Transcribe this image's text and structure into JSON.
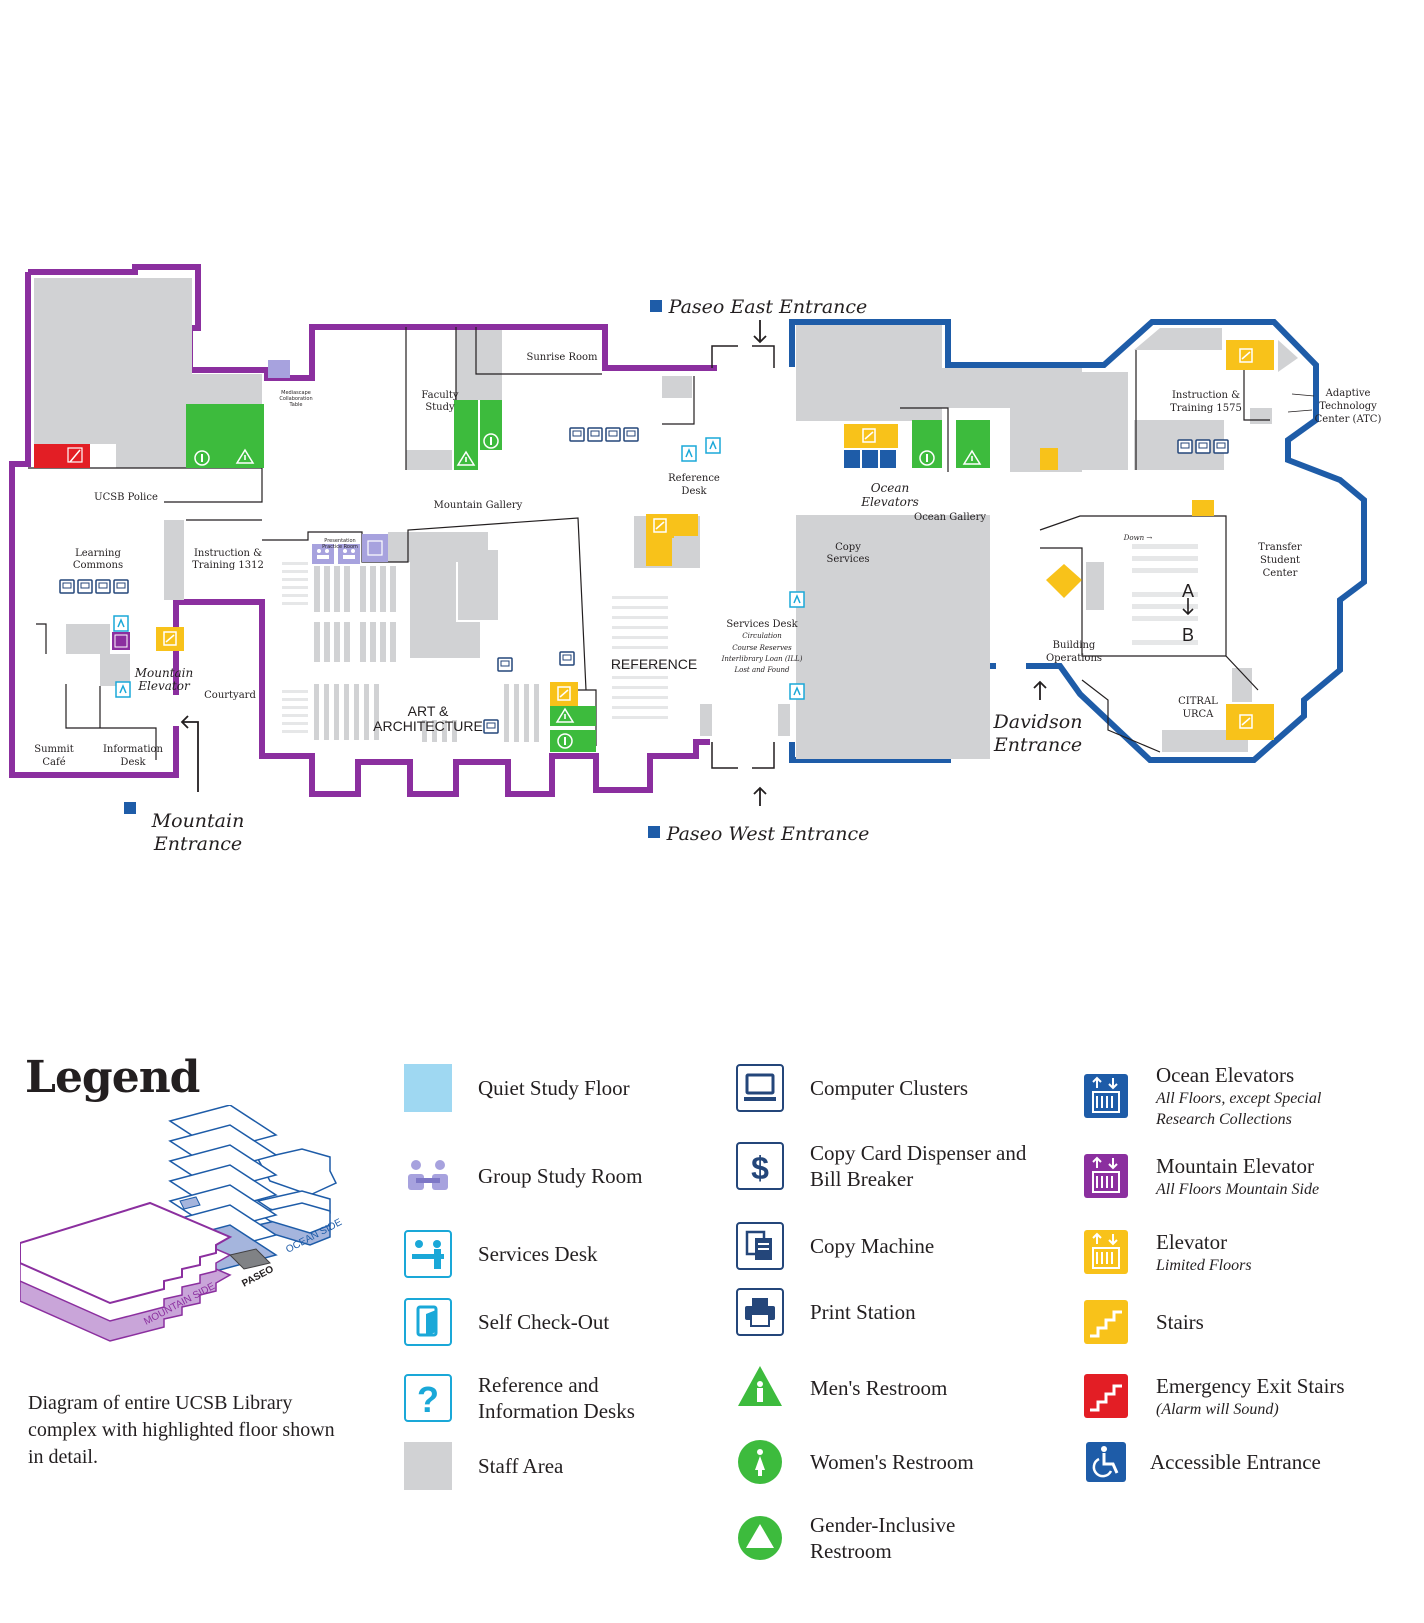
{
  "map": {
    "entrances": {
      "paseo_east": "Paseo East Entrance",
      "paseo_west": "Paseo West Entrance",
      "mountain": [
        "Mountain",
        "Entrance"
      ],
      "davidson": [
        "Davidson",
        "Entrance"
      ]
    },
    "rooms": {
      "sunrise_room": "Sunrise Room",
      "faculty_study": [
        "Faculty",
        "Study"
      ],
      "mediascape": [
        "Mediascape",
        "Collaboration",
        "Table"
      ],
      "ucsb_police": "UCSB Police",
      "mountain_gallery": "Mountain Gallery",
      "reference_desk": [
        "Reference",
        "Desk"
      ],
      "learning_commons": [
        "Learning",
        "Commons"
      ],
      "instruction_1312": [
        "Instruction &",
        "Training 1312"
      ],
      "presentation_room": [
        "Presentation",
        "Practice Room"
      ],
      "mountain_elevator": [
        "Mountain",
        "Elevator"
      ],
      "courtyard": "Courtyard",
      "summit_cafe": [
        "Summit",
        "Café"
      ],
      "information_desk": [
        "Information",
        "Desk"
      ],
      "art_architecture": [
        "ART &",
        "ARCHITECTURE"
      ],
      "reference": "REFERENCE",
      "services_desk": {
        "title": "Services Desk",
        "lines": [
          "Circulation",
          "Course Reserves",
          "Interlibrary Loan (ILL)",
          "Lost and Found"
        ]
      },
      "copy_services": [
        "Copy",
        "Services"
      ],
      "ocean_elevators": [
        "Ocean",
        "Elevators"
      ],
      "ocean_gallery": "Ocean Gallery",
      "instruction_1575": [
        "Instruction &",
        "Training 1575"
      ],
      "atc": [
        "Adaptive",
        "Technology",
        "Center (ATC)"
      ],
      "transfer_center": [
        "Transfer",
        "Student",
        "Center"
      ],
      "down": "Down →",
      "point_a": "A",
      "point_b": "B",
      "building_operations": [
        "Building",
        "Operations"
      ],
      "citral_urca": [
        "CITRAL",
        "URCA"
      ]
    }
  },
  "legend": {
    "title": "Legend",
    "diagram_caption": "Diagram of entire UCSB Library complex with highlighted floor shown in detail.",
    "diagram_labels": {
      "paseo": "PASEO",
      "mountain_side": "MOUNTAIN SIDE",
      "ocean_side": "OCEAN SIDE"
    },
    "items": [
      {
        "label": "Quiet Study Floor"
      },
      {
        "label": "Group Study Room"
      },
      {
        "label": "Services Desk"
      },
      {
        "label": "Self Check-Out"
      },
      {
        "label": "Reference and Information Desks"
      },
      {
        "label": "Staff Area"
      },
      {
        "label": "Computer Clusters"
      },
      {
        "label": "Copy Card Dispenser and Bill Breaker"
      },
      {
        "label": "Copy Machine"
      },
      {
        "label": "Print Station"
      },
      {
        "label": "Men's Restroom"
      },
      {
        "label": "Women's Restroom"
      },
      {
        "label": "Gender-Inclusive Restroom"
      },
      {
        "label": "Ocean Elevators",
        "sub": "All Floors, except Special Research Collections"
      },
      {
        "label": "Mountain Elevator",
        "sub": "All Floors Mountain Side"
      },
      {
        "label": "Elevator",
        "sub": "Limited Floors"
      },
      {
        "label": "Stairs"
      },
      {
        "label": "Emergency Exit Stairs",
        "sub": "(Alarm will Sound)"
      },
      {
        "label": "Accessible Entrance"
      }
    ]
  },
  "colors": {
    "mountain_side": "#8b2f9f",
    "ocean_side": "#1e5ca8",
    "staff_area": "#d1d2d4",
    "restroom": "#3dbb3d",
    "elevator_stairs": "#f8c21a",
    "emergency_stairs": "#e31e25",
    "quiet_study": "#9fd8f2",
    "group_study": "#a7a2de",
    "services": "#1aa8d8",
    "navy": "#24467a"
  }
}
